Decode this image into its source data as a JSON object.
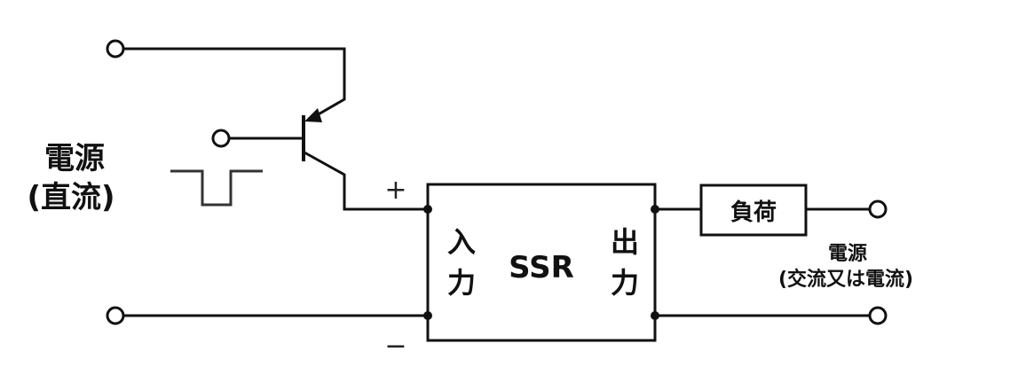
{
  "diagram": {
    "dc_source_label_line1": "電源",
    "dc_source_label_line2": "(直流)",
    "plus_sign": "+",
    "minus_sign": "−",
    "ssr_input_label_1": "入",
    "ssr_input_label_2": "力",
    "ssr_label": "SSR",
    "ssr_output_label_1": "出",
    "ssr_output_label_2": "力",
    "load_label": "負荷",
    "load_source_label_line1": "電源",
    "load_source_label_line2": "(交流又は電流)"
  }
}
